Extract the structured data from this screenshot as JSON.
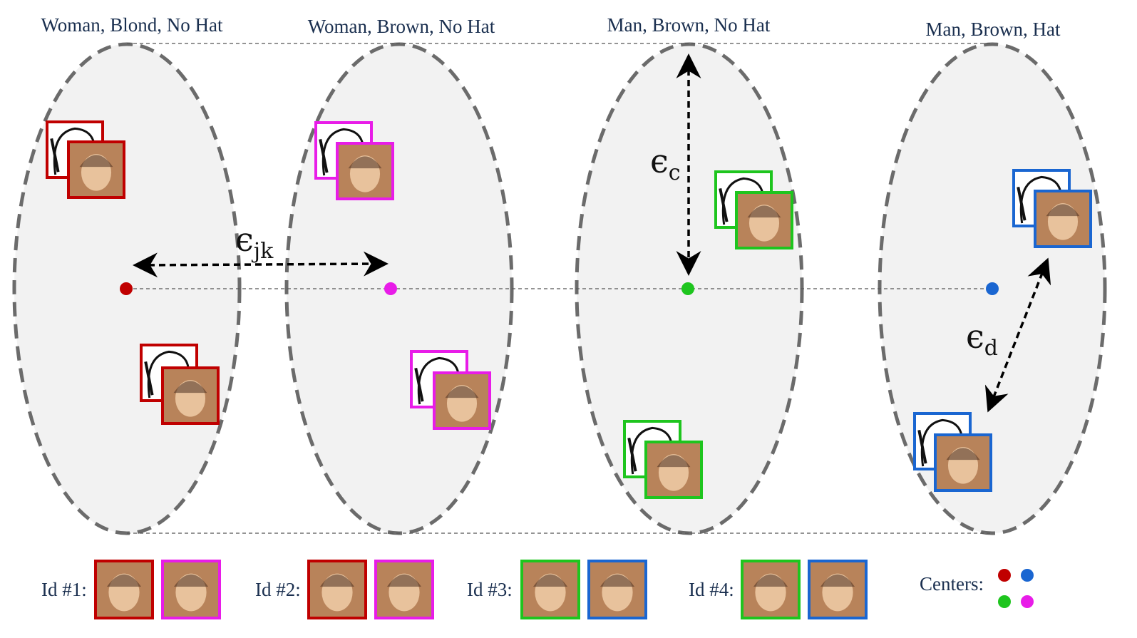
{
  "clusters": [
    {
      "title": "Woman, Blond, No Hat",
      "center_color": "#c00000"
    },
    {
      "title": "Woman, Brown, No Hat",
      "center_color": "#e81ce8"
    },
    {
      "title": "Man, Brown, No Hat",
      "center_color": "#1ec51e"
    },
    {
      "title": "Man, Brown, Hat",
      "center_color": "#1a66d1"
    }
  ],
  "epsilons": {
    "jk": {
      "symbol": "ϵ",
      "sub": "jk"
    },
    "c": {
      "symbol": "ϵ",
      "sub": "c"
    },
    "d": {
      "symbol": "ϵ",
      "sub": "d"
    }
  },
  "identities": [
    {
      "label": "Id #1:",
      "frame_colors": [
        "#c00000",
        "#e81ce8"
      ]
    },
    {
      "label": "Id #2:",
      "frame_colors": [
        "#c00000",
        "#e81ce8"
      ]
    },
    {
      "label": "Id #3:",
      "frame_colors": [
        "#1ec51e",
        "#1a66d1"
      ]
    },
    {
      "label": "Id #4:",
      "frame_colors": [
        "#1ec51e",
        "#1a66d1"
      ]
    }
  ],
  "legend": {
    "label": "Centers:",
    "dot_colors": [
      "#c00000",
      "#1a66d1",
      "#1ec51e",
      "#e81ce8"
    ]
  },
  "colors": {
    "ellipse_fill": "#f2f2f2",
    "ellipse_stroke": "#6b6b6b",
    "sketch_bg": "#ffffff",
    "photo_bg": "#b8835a"
  }
}
